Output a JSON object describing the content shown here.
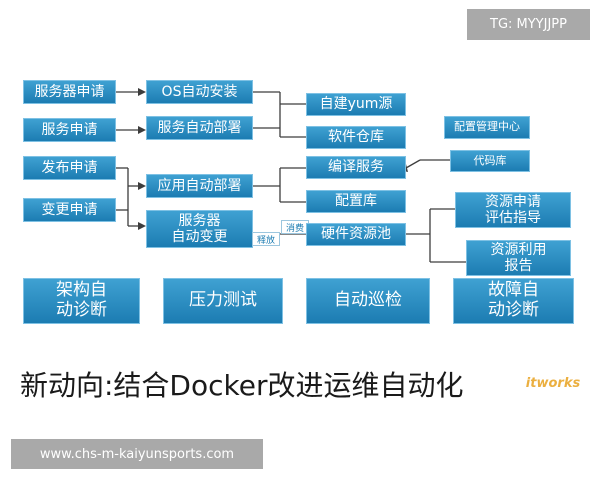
{
  "watermark_top": "TG: MYYJJPP",
  "watermark_bottom": "www.chs-m-kaiyunsports.com",
  "headline": "新动向:结合Docker改进运维自动化",
  "logo_mark": "itworks",
  "diagram": {
    "nodes": {
      "server_apply": "服务器申请",
      "os_install": "OS自动安装",
      "service_apply": "服务申请",
      "service_deploy": "服务自动部署",
      "self_yum": "自建yum源",
      "software_repo": "软件仓库",
      "config_center": "配置管理中心",
      "code_repo": "代码库",
      "release_apply": "发布申请",
      "compile_service": "编译服务",
      "app_deploy": "应用自动部署",
      "config_repo": "配置库",
      "change_apply": "变更申请",
      "server_auto_change": "服务器\n自动变更",
      "hw_pool": "硬件资源池",
      "release": "释放",
      "consume": "消费",
      "resource_eval": "资源申请\n评估指导",
      "resource_report": "资源利用\n报告",
      "arch_diag": "架构自\n动诊断",
      "stress_test": "压力测试",
      "auto_inspect": "自动巡检",
      "fault_diag": "故障自\n动诊断"
    }
  }
}
